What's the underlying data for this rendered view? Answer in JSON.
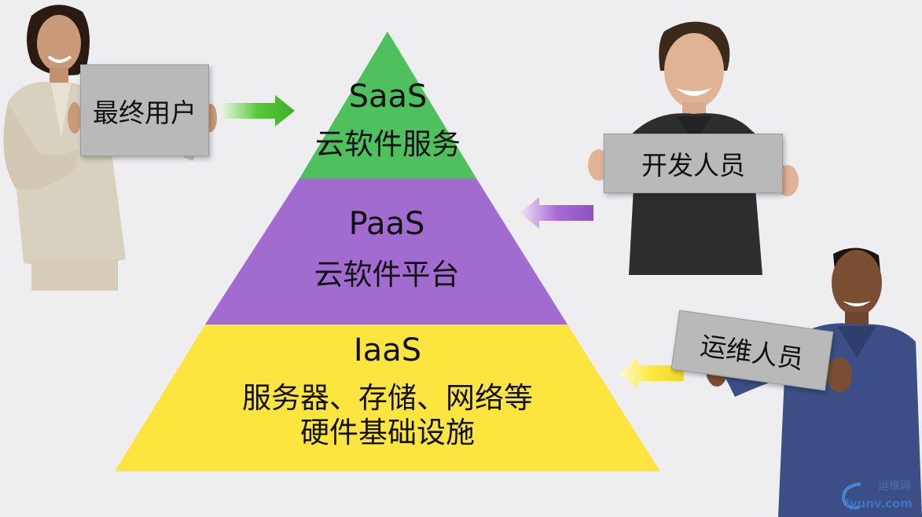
{
  "pyramid": {
    "saas": {
      "title": "SaaS",
      "desc": "云软件服务",
      "color": "#4fc05e"
    },
    "paas": {
      "title": "PaaS",
      "desc": "云软件平台",
      "color": "#a26bd0"
    },
    "iaas": {
      "title": "IaaS",
      "desc_line1": "服务器、存储、网络等",
      "desc_line2": "硬件基础设施",
      "color": "#fde53f"
    }
  },
  "roles": {
    "end_user": "最终用户",
    "developer": "开发人员",
    "ops": "运维人员"
  },
  "arrow_colors": {
    "saas": "#4fc05e",
    "paas": "#a26bd0",
    "iaas": "#fde53f"
  },
  "watermark": {
    "top": "运维网",
    "bottom": "iyunv.com"
  }
}
